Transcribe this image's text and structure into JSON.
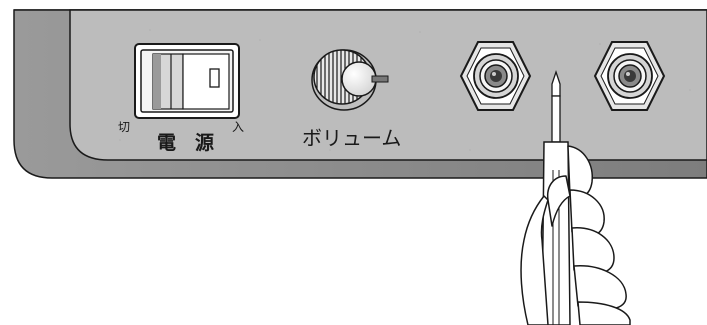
{
  "labels": {
    "power_off": "切",
    "power": "電　源",
    "power_on": "入",
    "volume": "ボリューム"
  },
  "colors": {
    "panel_face": "#b9b9b9",
    "panel_side": "#8f8f8f",
    "outline": "#1a1a1a"
  },
  "icons": [
    "power-switch",
    "volume-knob",
    "jack",
    "screwdriver",
    "hand"
  ]
}
